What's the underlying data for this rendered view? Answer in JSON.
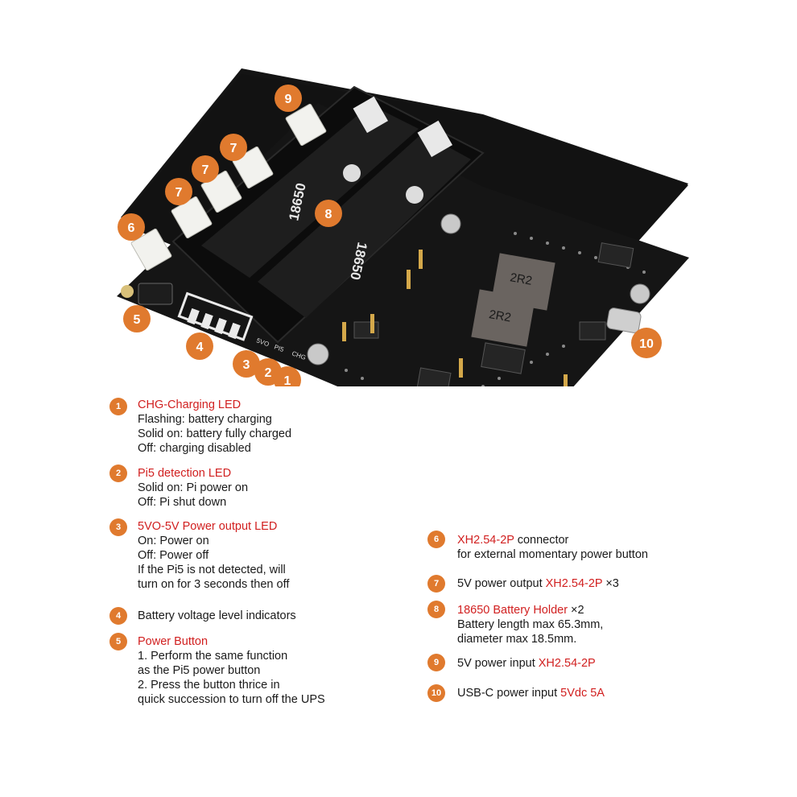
{
  "board": {
    "callouts": [
      "1",
      "2",
      "3",
      "4",
      "5",
      "6",
      "7",
      "7",
      "7",
      "8",
      "9",
      "10"
    ],
    "battery1_label": "18650",
    "battery2_label": "18650",
    "inductor1_label": "2R2",
    "inductor2_label": "2R2",
    "silk_chg": "CHG",
    "silk_pi5": "PI5",
    "silk_5vo": "5VO"
  },
  "legend": {
    "items": [
      {
        "num": "1",
        "title": "CHG-Charging LED",
        "lines": [
          "Flashing: battery charging",
          "Solid on: battery fully charged",
          "Off: charging disabled"
        ]
      },
      {
        "num": "2",
        "title": "Pi5 detection LED",
        "lines": [
          "Solid on: Pi power on",
          "Off: Pi shut down"
        ]
      },
      {
        "num": "3",
        "title": "5VO-5V Power output LED",
        "lines": [
          "On: Power on",
          "Off: Power off",
          "If the Pi5 is not detected, will",
          "turn on for 3 seconds then off"
        ]
      },
      {
        "num": "4",
        "title": "Battery voltage level indicators"
      },
      {
        "num": "5",
        "title": "Power Button",
        "lines": [
          "1. Perform the same function",
          "as the Pi5 power button",
          "2. Press the button thrice in",
          "quick succession to turn off the UPS"
        ]
      },
      {
        "num": "6",
        "title_red": "XH2.54-2P",
        "title_rest": " connector",
        "lines": [
          "for external momentary power button"
        ]
      },
      {
        "num": "7",
        "pre": "5V power output ",
        "red": "XH2.54-2P",
        "post": " ×3"
      },
      {
        "num": "8",
        "title_red": "18650 Battery Holder",
        "title_rest": " ×2",
        "lines": [
          "Battery length max 65.3mm,",
          "diameter max 18.5mm."
        ]
      },
      {
        "num": "9",
        "pre": "5V power input ",
        "red": "XH2.54-2P"
      },
      {
        "num": "10",
        "pre": "USB-C power input ",
        "red": "5Vdc 5A"
      }
    ]
  },
  "colors": {
    "badge": "#e07a2e",
    "highlight": "#d11f1f",
    "pcb": "#141414"
  }
}
